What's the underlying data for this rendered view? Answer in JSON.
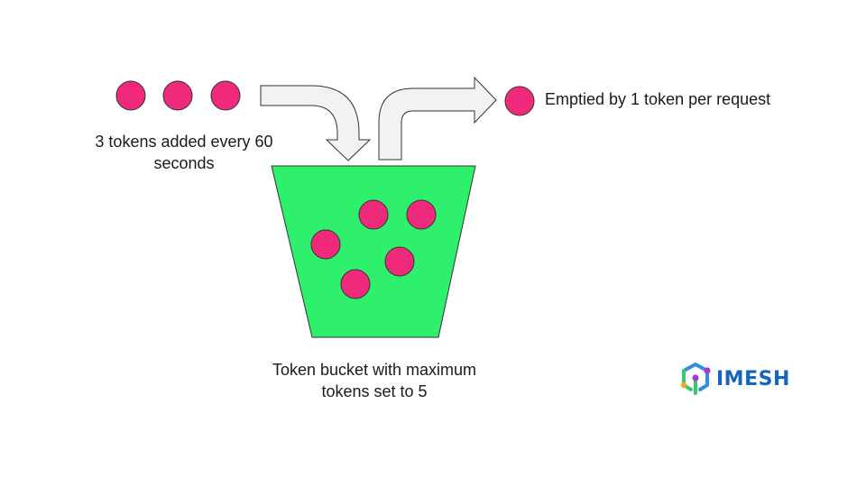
{
  "labels": {
    "tokens_added": "3 tokens added every 60 seconds",
    "emptied": "Emptied by 1 token per request",
    "bucket": "Token bucket with maximum tokens set to 5"
  },
  "logo": {
    "text": "IMESH",
    "text_color": "#1565c0"
  },
  "colors": {
    "token_fill": "#ef2a7c",
    "bucket_fill": "#2ef06d",
    "arrow_fill": "#f2f2f2",
    "stroke": "#333333",
    "logo_green": "#3cc86a",
    "logo_blue": "#2f8fe0",
    "logo_purple": "#a23bd6",
    "logo_orange": "#f5a623"
  },
  "icons": {
    "token": "circle",
    "inflow_arrow": "curved-arrow-down",
    "outflow_arrow": "curved-arrow-up-right",
    "logo": "cube-icon"
  }
}
